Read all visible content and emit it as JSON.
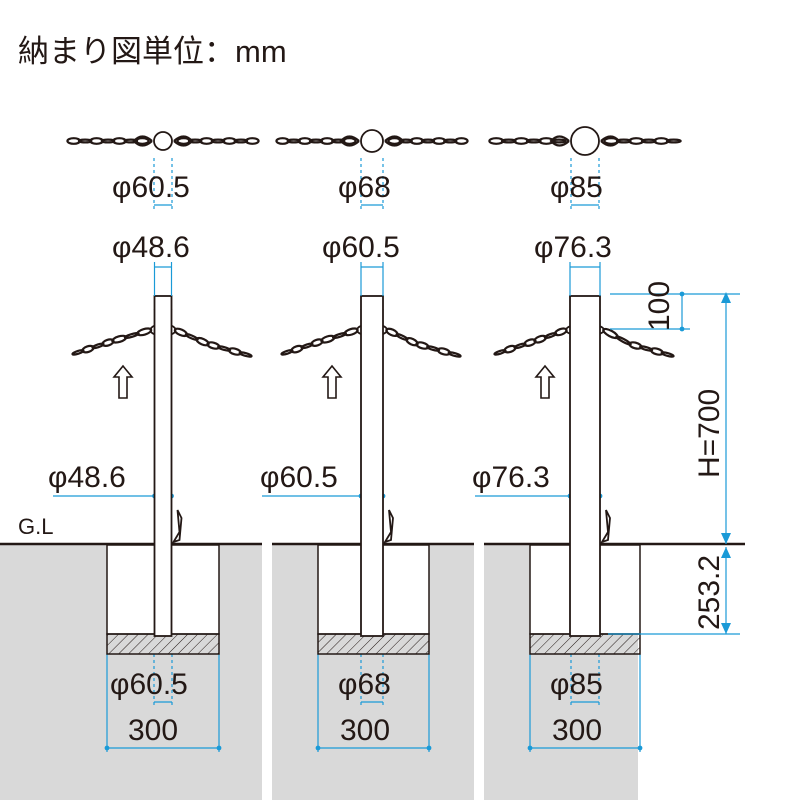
{
  "title": "納まり図単位：mm",
  "ground_label": "G.L",
  "height_label": "H=700",
  "top_offset_label": "100",
  "embed_depth_label": "253.2",
  "colors": {
    "dimension": "#1a9ad7",
    "ground": "#d9d9d9",
    "line": "#231815"
  },
  "variants": [
    {
      "ring_label": "φ60.5",
      "post_top_label": "φ48.6",
      "post_mid_label": "φ48.6",
      "base_label": "φ60.5",
      "foundation_label": "300"
    },
    {
      "ring_label": "φ68",
      "post_top_label": "φ60.5",
      "post_mid_label": "φ60.5",
      "base_label": "φ68",
      "foundation_label": "300"
    },
    {
      "ring_label": "φ85",
      "post_top_label": "φ76.3",
      "post_mid_label": "φ76.3",
      "base_label": "φ85",
      "foundation_label": "300"
    }
  ]
}
